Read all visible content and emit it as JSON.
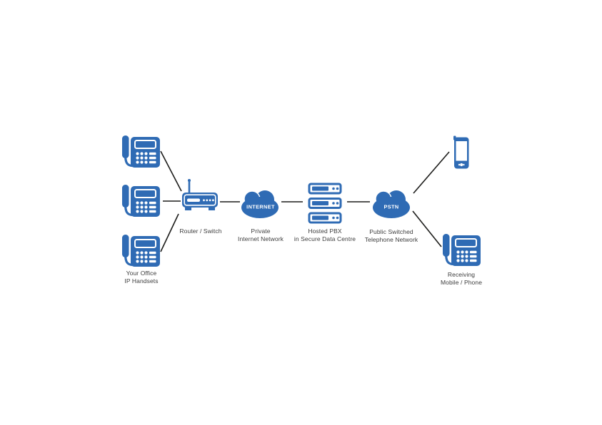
{
  "nodes": {
    "office": {
      "label1": "Your Office",
      "label2": "IP Handsets"
    },
    "router": {
      "label": "Router / Switch"
    },
    "internet": {
      "cloud_text": "INTERNET",
      "label1": "Private",
      "label2": "Internet Network"
    },
    "pbx": {
      "label1": "Hosted PBX",
      "label2": "in Secure Data Centre"
    },
    "pstn": {
      "cloud_text": "PSTN",
      "label1": "Public Switched",
      "label2": "Telephone Network"
    },
    "receiving": {
      "label1": "Receiving",
      "label2": "Mobile / Phone"
    }
  },
  "icons": {
    "desk_phone": "desk-phone-icon",
    "router": "router-icon",
    "internet_cloud": "cloud-icon",
    "server": "server-rack-icon",
    "pstn_cloud": "cloud-icon",
    "mobile": "mobile-phone-icon"
  },
  "colors": {
    "icon_blue": "#2f6bb4",
    "connector": "#1d1d1b",
    "label_text": "#3d3d3d",
    "cloud_text": "#ffffff",
    "background": "#ffffff"
  }
}
